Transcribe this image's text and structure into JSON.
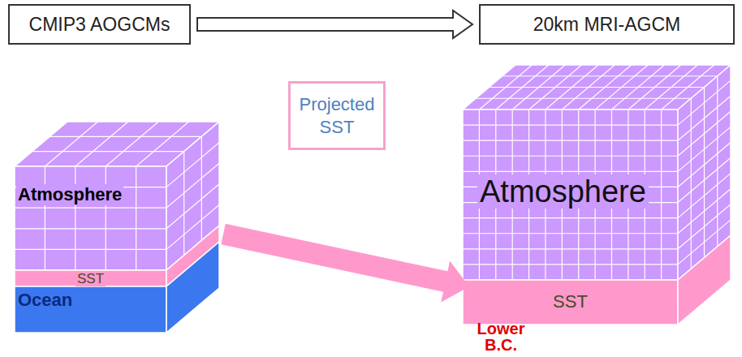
{
  "diagram": {
    "nodes": [
      {
        "text": [
          "CMIP3 AOGCMs"
        ]
      },
      {
        "text": [
          "20km MRI-AGCM"
        ]
      },
      {
        "text": [
          "Atmosphere"
        ]
      },
      {
        "text": [
          "SST"
        ]
      },
      {
        "text": [
          "Ocean"
        ]
      },
      {
        "text": [
          "Projected SST"
        ]
      },
      {
        "text": [
          "Atmosphere"
        ]
      },
      {
        "text": [
          "SST"
        ]
      }
    ],
    "edges": [
      {
        "from": 0,
        "to": 1,
        "arrow": "to"
      },
      {
        "from": 3,
        "to": 7,
        "arrow": "to"
      }
    ],
    "labels": [
      "Lower B.C."
    ]
  }
}
